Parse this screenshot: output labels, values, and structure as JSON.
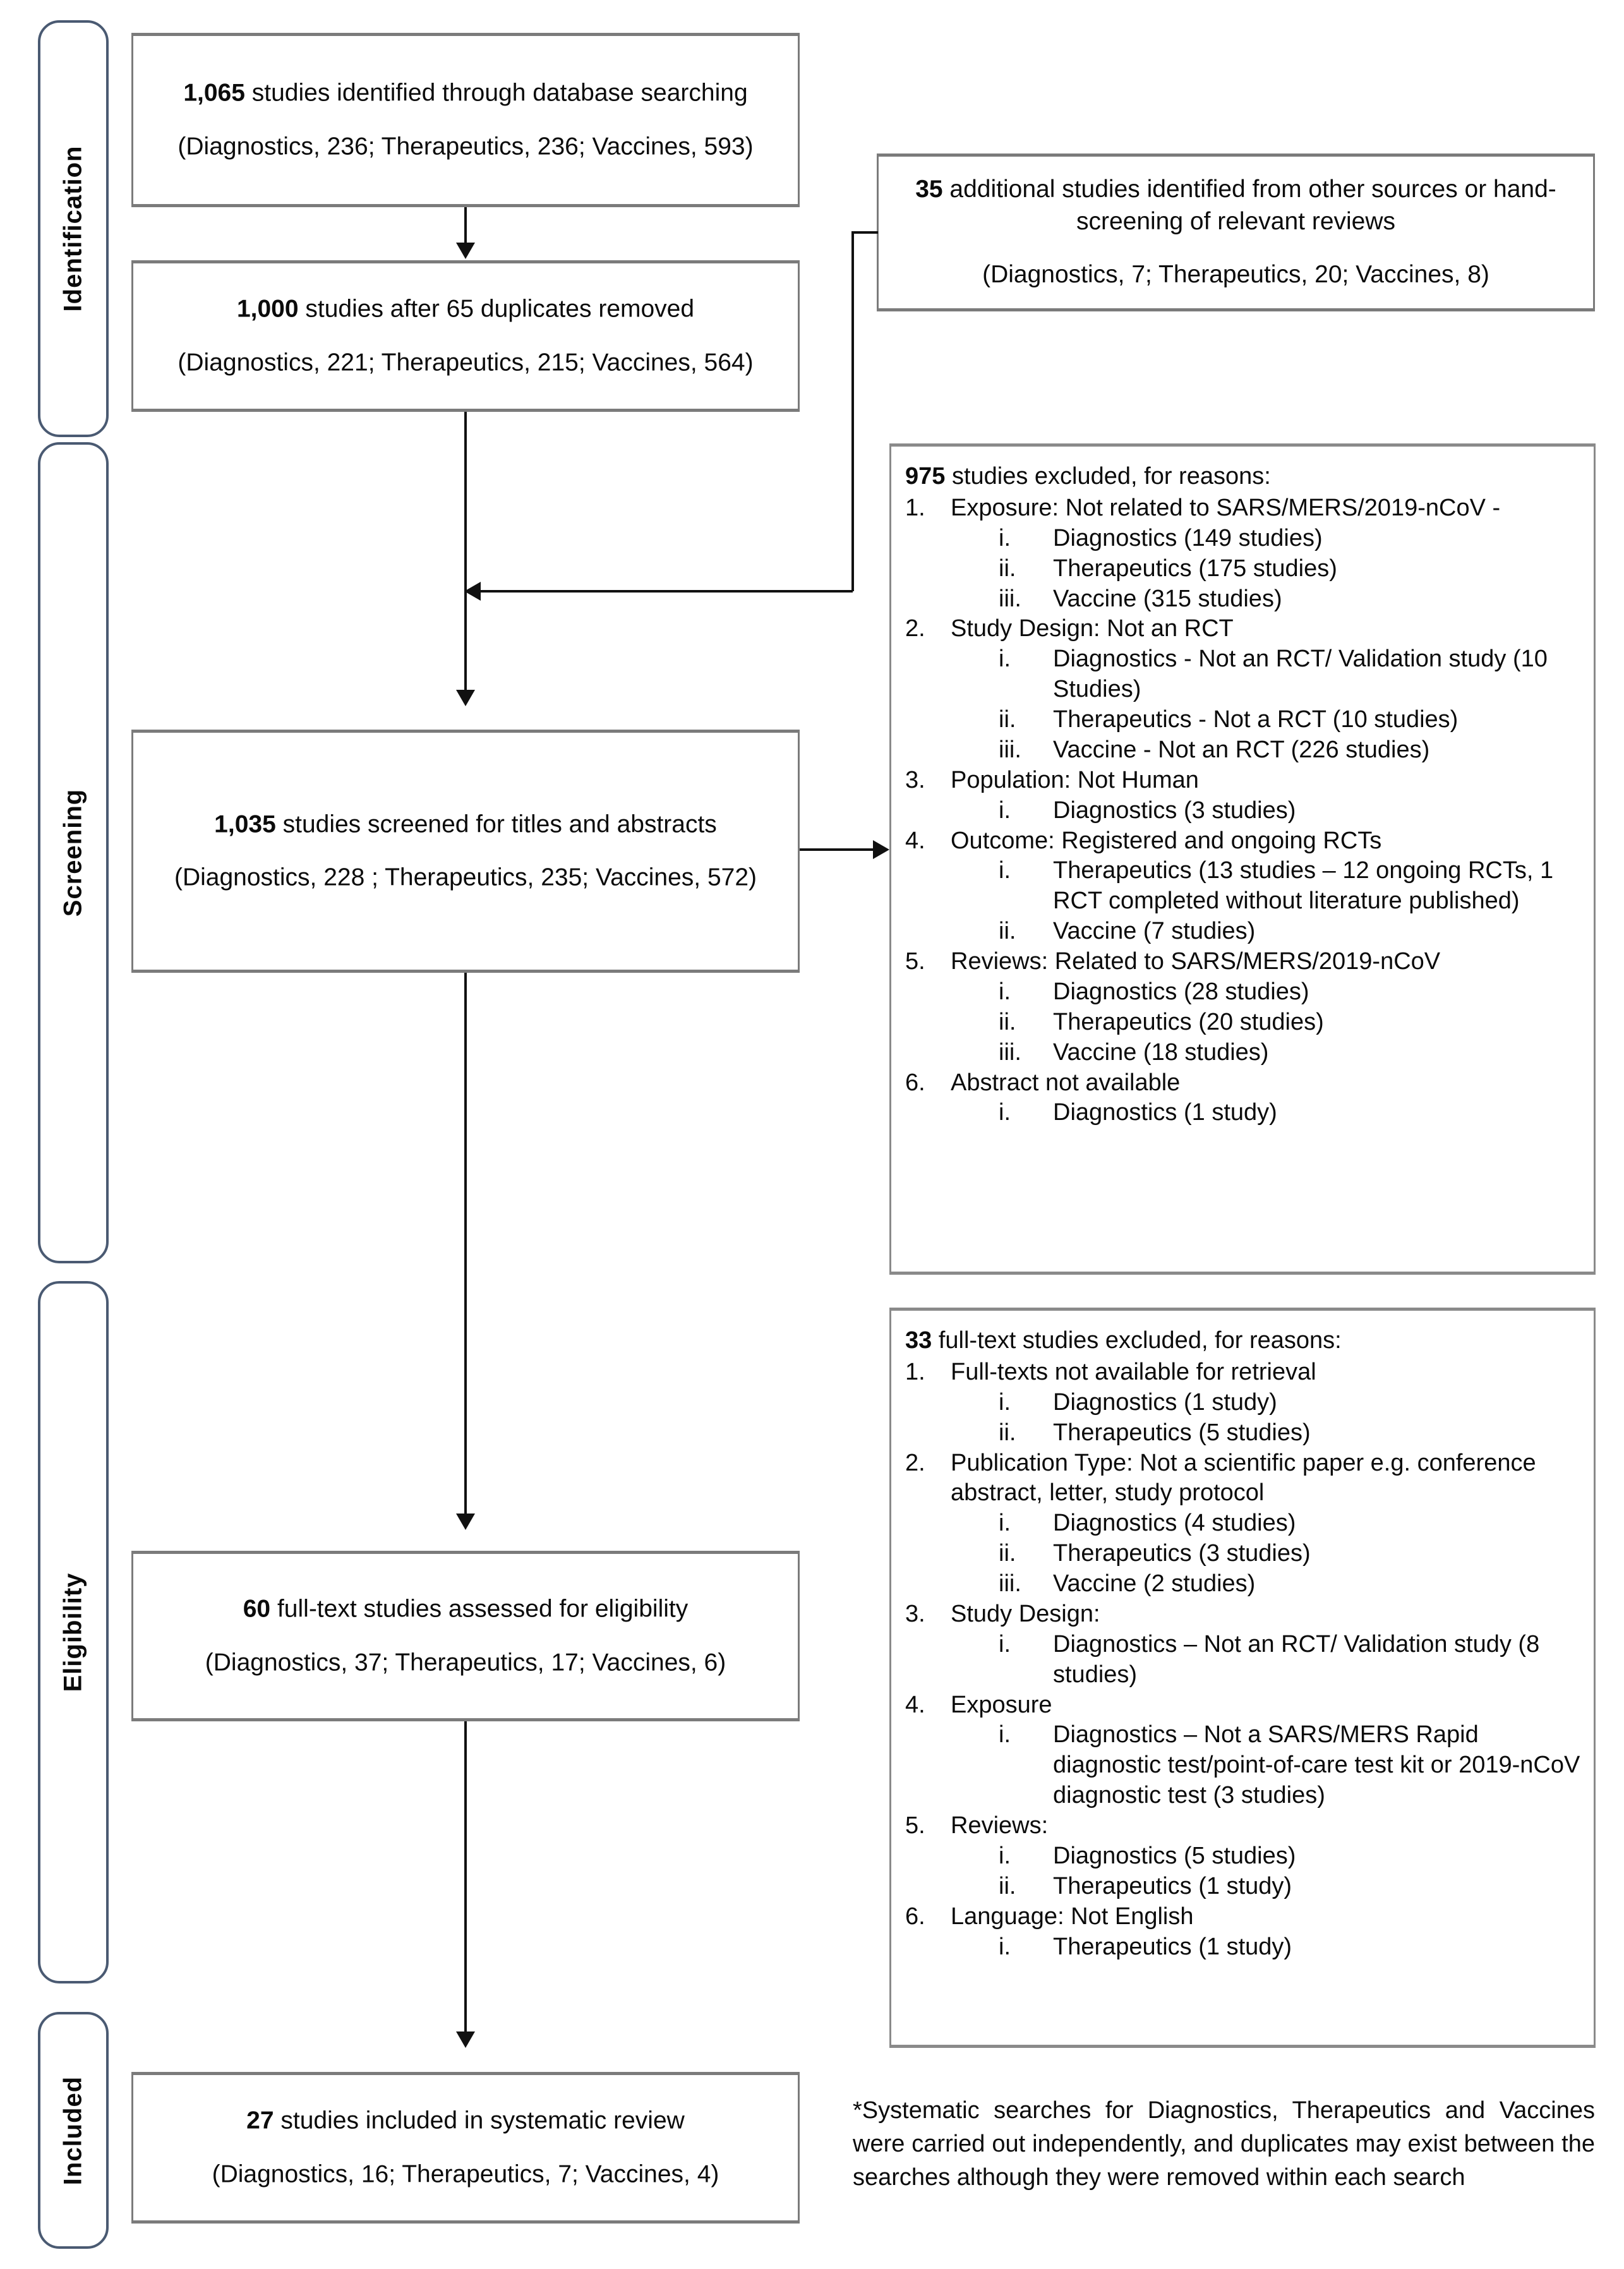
{
  "diagram": {
    "title": "PRISMA flow diagram of study selection",
    "accent_border_color": "#4a5a72",
    "box_border_color": "#7b7b7b",
    "connector_color": "#111111"
  },
  "stages": [
    {
      "key": "identification",
      "label": "Identification"
    },
    {
      "key": "screening",
      "label": "Screening"
    },
    {
      "key": "eligibility",
      "label": "Eligibility"
    },
    {
      "key": "included",
      "label": "Included"
    }
  ],
  "boxes": {
    "identified": {
      "line1_bold": "1,065",
      "line1_rest": " studies identified through database searching",
      "line2": "(Diagnostics, 236; Therapeutics, 236; Vaccines, 593)"
    },
    "additional": {
      "line1_bold": "35",
      "line1_rest": " additional studies identified from other sources or hand-screening of relevant reviews",
      "line2": "(Diagnostics, 7; Therapeutics, 20; Vaccines, 8)"
    },
    "duplicates_removed": {
      "line1_bold": "1,000",
      "line1_rest": " studies after 65 duplicates removed",
      "line2": "(Diagnostics, 221; Therapeutics, 215; Vaccines, 564)"
    },
    "screened": {
      "line1_bold": "1,035",
      "line1_rest": " studies screened for titles and abstracts",
      "line2": "(Diagnostics, 228 ; Therapeutics, 235; Vaccines, 572)"
    },
    "fulltext_assessed": {
      "line1_bold": "60",
      "line1_rest": " full-text studies assessed for eligibility",
      "line2": "(Diagnostics, 37; Therapeutics, 17; Vaccines, 6)"
    },
    "included": {
      "line1_bold": "27",
      "line1_rest": " studies included in systematic review",
      "line2": "(Diagnostics, 16; Therapeutics, 7; Vaccines, 4)"
    }
  },
  "excluded_screening": {
    "head_bold": "975",
    "head_rest": " studies excluded, for reasons:",
    "items": [
      {
        "num": "1.",
        "text": "Exposure: Not related to SARS/MERS/2019-nCoV -",
        "sub": [
          {
            "num": "i.",
            "text": "Diagnostics (149 studies)"
          },
          {
            "num": "ii.",
            "text": "Therapeutics (175 studies)"
          },
          {
            "num": "iii.",
            "text": "Vaccine (315 studies)"
          }
        ]
      },
      {
        "num": "2.",
        "text": "Study Design: Not an RCT",
        "sub": [
          {
            "num": "i.",
            "text": "Diagnostics - Not an RCT/ Validation study (10 Studies)"
          },
          {
            "num": "ii.",
            "text": "Therapeutics - Not a RCT (10 studies)"
          },
          {
            "num": "iii.",
            "text": "Vaccine  - Not an RCT (226 studies)"
          }
        ]
      },
      {
        "num": "3.",
        "text": "Population: Not Human",
        "sub": [
          {
            "num": "i.",
            "text": "Diagnostics (3 studies)"
          }
        ]
      },
      {
        "num": "4.",
        "text": "Outcome: Registered and ongoing RCTs",
        "sub": [
          {
            "num": "i.",
            "text": "Therapeutics (13 studies – 12 ongoing RCTs, 1 RCT completed without literature published)"
          },
          {
            "num": "ii.",
            "text": "Vaccine (7 studies)"
          }
        ]
      },
      {
        "num": "5.",
        "text": "Reviews:  Related to SARS/MERS/2019-nCoV",
        "sub": [
          {
            "num": "i.",
            "text": "Diagnostics (28 studies)"
          },
          {
            "num": "ii.",
            "text": "Therapeutics (20 studies)"
          },
          {
            "num": "iii.",
            "text": "Vaccine (18 studies)"
          }
        ]
      },
      {
        "num": "6.",
        "text": "Abstract not available",
        "sub": [
          {
            "num": "i.",
            "text": "Diagnostics (1 study)"
          }
        ]
      }
    ]
  },
  "excluded_eligibility": {
    "head_bold": "33",
    "head_rest": " full-text studies excluded, for reasons:",
    "items": [
      {
        "num": "1.",
        "text": "Full-texts not available for retrieval",
        "sub": [
          {
            "num": "i.",
            "text": "Diagnostics (1 study)"
          },
          {
            "num": "ii.",
            "text": "Therapeutics (5 studies)"
          }
        ]
      },
      {
        "num": "2.",
        "text": "Publication Type: Not a scientific paper e.g. conference abstract, letter, study protocol",
        "sub": [
          {
            "num": "i.",
            "text": "Diagnostics (4 studies)"
          },
          {
            "num": "ii.",
            "text": "Therapeutics (3 studies)"
          },
          {
            "num": "iii.",
            "text": "Vaccine (2 studies)"
          }
        ]
      },
      {
        "num": "3.",
        "text": "Study Design:",
        "sub": [
          {
            "num": "i.",
            "text": "Diagnostics – Not an RCT/ Validation study (8 studies)"
          }
        ]
      },
      {
        "num": "4.",
        "text": "Exposure",
        "sub": [
          {
            "num": "i.",
            "text": "Diagnostics – Not a SARS/MERS Rapid diagnostic test/point-of-care test kit or 2019-nCoV diagnostic test (3 studies)"
          }
        ]
      },
      {
        "num": "5.",
        "text": "Reviews:",
        "sub": [
          {
            "num": "i.",
            "text": "Diagnostics (5 studies)"
          },
          {
            "num": "ii.",
            "text": "Therapeutics (1 study)"
          }
        ]
      },
      {
        "num": "6.",
        "text": "Language: Not English",
        "sub": [
          {
            "num": "i.",
            "text": "Therapeutics (1 study)"
          }
        ]
      }
    ]
  },
  "footnote": {
    "text": "*Systematic searches for Diagnostics, Therapeutics and Vaccines were carried out independently, and duplicates may exist between the searches although they were removed within each search"
  }
}
